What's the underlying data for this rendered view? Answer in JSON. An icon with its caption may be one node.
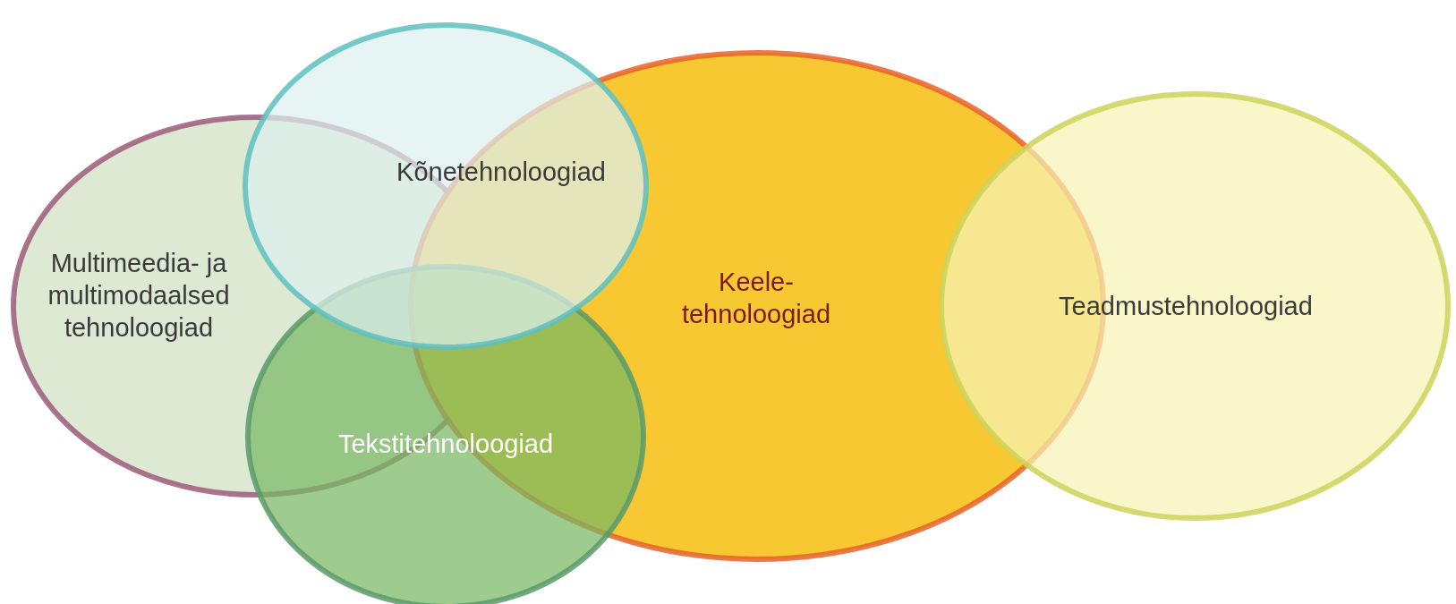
{
  "diagram": {
    "nodes": [
      {
        "text": [
          "Multimeedia- ja multimodaalsed tehnoloogiad"
        ]
      },
      {
        "text": [
          "Keele- tehnoloogiad"
        ]
      },
      {
        "text": [
          "Teadmustehnoloogiad"
        ]
      },
      {
        "text": [
          "Tekstitehnoloogiad"
        ]
      },
      {
        "text": [
          "Kõnetehnoloogiad"
        ]
      }
    ],
    "edges": []
  }
}
